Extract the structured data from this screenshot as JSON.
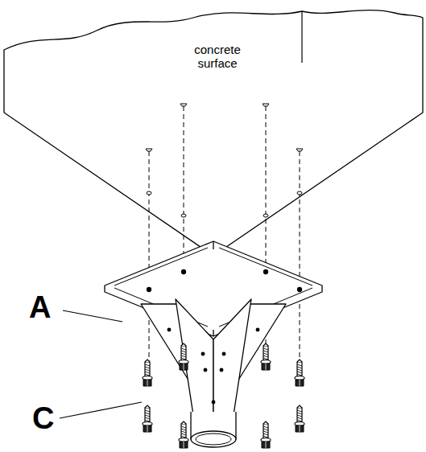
{
  "diagram": {
    "labels": [
      "concrete surface",
      "A",
      "C"
    ]
  }
}
